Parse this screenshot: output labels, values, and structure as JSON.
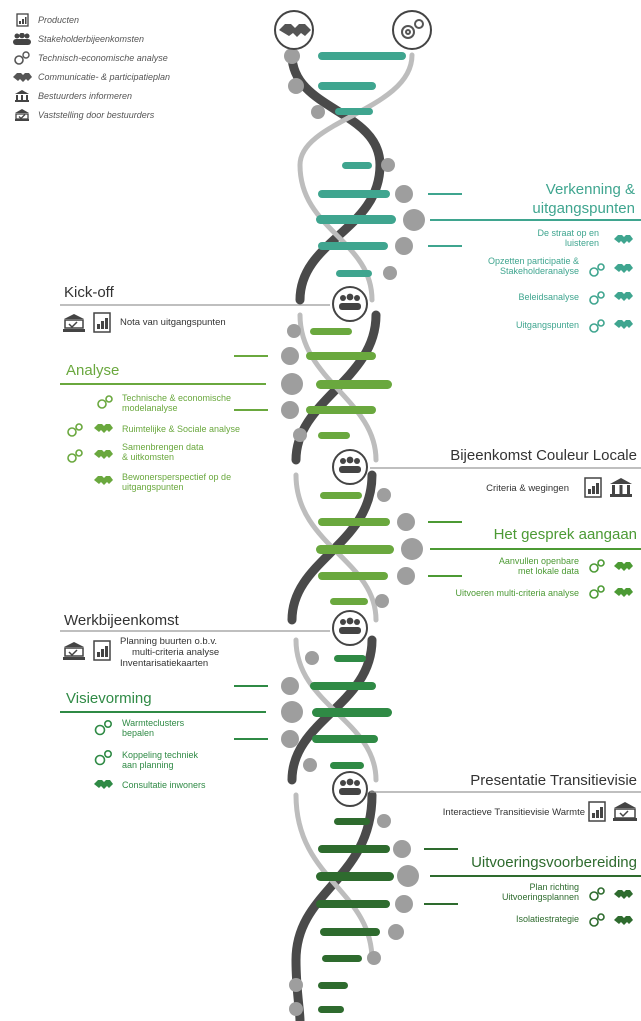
{
  "legend": [
    {
      "icon": "document-chart-icon",
      "label": "Producten"
    },
    {
      "icon": "people-group-icon",
      "label": "Stakeholderbijeenkomsten"
    },
    {
      "icon": "gears-icon",
      "label": "Technisch-economische analyse"
    },
    {
      "icon": "handshake-icon",
      "label": "Communicatie- & participatieplan"
    },
    {
      "icon": "government-building-icon",
      "label": "Bestuurders informeren"
    },
    {
      "icon": "government-stamp-icon",
      "label": "Vaststelling door bestuurders"
    }
  ],
  "phases": {
    "kickoff": {
      "title": "Kick-off",
      "product": "Nota van uitgangspunten"
    },
    "couleur_locale": {
      "title": "Bijeenkomst Couleur Locale",
      "product": "Criteria & wegingen"
    },
    "werkbijeenkomst": {
      "title": "Werkbijeenkomst",
      "product_lines": [
        "Planning buurten o.b.v.",
        "multi-criteria analyse",
        "Inventarisatiekaarten"
      ]
    },
    "presentatie": {
      "title": "Presentatie Transitievisie",
      "product": "Interactieve Transitievisie Warmte"
    }
  },
  "sections": {
    "verkenning": {
      "title_lines": [
        "Verkenning &",
        "uitgangspunten"
      ],
      "color": "#3fa58f",
      "items": [
        {
          "lines": [
            "De straat op en",
            "luisteren"
          ],
          "icons": [
            "handshake-icon"
          ]
        },
        {
          "lines": [
            "Opzetten participatie &",
            "Stakeholderanalyse"
          ],
          "icons": [
            "gears-icon",
            "handshake-icon"
          ]
        },
        {
          "lines": [
            "Beleidsanalyse"
          ],
          "icons": [
            "gears-icon",
            "handshake-icon"
          ]
        },
        {
          "lines": [
            "Uitgangspunten"
          ],
          "icons": [
            "gears-icon",
            "handshake-icon"
          ]
        }
      ]
    },
    "analyse": {
      "title": "Analyse",
      "color": "#6aa83e",
      "items": [
        {
          "lines": [
            "Technische & economische",
            "modelanalyse"
          ],
          "icons": [
            "gears-icon"
          ]
        },
        {
          "lines": [
            "Ruimtelijke & Sociale analyse"
          ],
          "icons": [
            "gears-icon",
            "handshake-icon"
          ]
        },
        {
          "lines": [
            "Samenbrengen data",
            "& uitkomsten"
          ],
          "icons": [
            "gears-icon",
            "handshake-icon"
          ]
        },
        {
          "lines": [
            "Bewonersperspectief op de",
            "uitgangspunten"
          ],
          "icons": [
            "handshake-icon"
          ]
        }
      ]
    },
    "gesprek": {
      "title": "Het gesprek aangaan",
      "color": "#4c9a34",
      "items": [
        {
          "lines": [
            "Aanvullen openbare",
            "met lokale data"
          ],
          "icons": [
            "gears-icon",
            "handshake-icon"
          ]
        },
        {
          "lines": [
            "Uitvoeren multi-criteria analyse"
          ],
          "icons": [
            "gears-icon",
            "handshake-icon"
          ]
        }
      ]
    },
    "visievorming": {
      "title": "Visievorming",
      "color": "#2f8a45",
      "items": [
        {
          "lines": [
            "Warmteclusters",
            "bepalen"
          ],
          "icons": [
            "gears-icon"
          ]
        },
        {
          "lines": [
            "Koppeling techniek",
            "aan planning"
          ],
          "icons": [
            "gears-icon"
          ]
        },
        {
          "lines": [
            "Consultatie inwoners"
          ],
          "icons": [
            "handshake-icon"
          ]
        }
      ]
    },
    "uitvoering": {
      "title": "Uitvoeringsvoorbereiding",
      "color": "#2e6b2e",
      "items": [
        {
          "lines": [
            "Plan richting",
            "Uitvoeringsplannen"
          ],
          "icons": [
            "gears-icon",
            "handshake-icon"
          ]
        },
        {
          "lines": [
            "Isolatiestrategie"
          ],
          "icons": [
            "gears-icon",
            "handshake-icon"
          ]
        }
      ]
    }
  }
}
